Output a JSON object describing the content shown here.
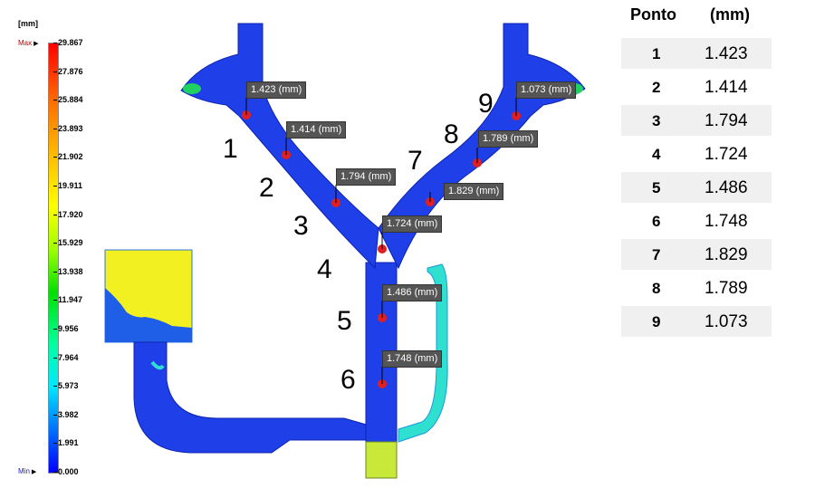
{
  "legend": {
    "unit": "[mm]",
    "max_label": "Max",
    "min_label": "Min",
    "ticks": [
      "29.867",
      "27.876",
      "25.884",
      "23.893",
      "21.902",
      "19.911",
      "17.920",
      "15.929",
      "13.938",
      "11.947",
      "9.956",
      "7.964",
      "5.973",
      "3.982",
      "1.991",
      "0.000"
    ]
  },
  "points": [
    {
      "num": "1",
      "label": "1.423 (mm)"
    },
    {
      "num": "2",
      "label": "1.414 (mm)"
    },
    {
      "num": "3",
      "label": "1.794 (mm)"
    },
    {
      "num": "4",
      "label": "1.724 (mm)"
    },
    {
      "num": "5",
      "label": "1.486 (mm)"
    },
    {
      "num": "6",
      "label": "1.748 (mm)"
    },
    {
      "num": "7",
      "label": "1.829 (mm)"
    },
    {
      "num": "8",
      "label": "1.789 (mm)"
    },
    {
      "num": "9",
      "label": "1.073 (mm)"
    }
  ],
  "table": {
    "col_point": "Ponto",
    "col_mm": "(mm)",
    "rows": [
      {
        "point": "1",
        "value": "1.423"
      },
      {
        "point": "2",
        "value": "1.414"
      },
      {
        "point": "3",
        "value": "1.794"
      },
      {
        "point": "4",
        "value": "1.724"
      },
      {
        "point": "5",
        "value": "1.486"
      },
      {
        "point": "6",
        "value": "1.748"
      },
      {
        "point": "7",
        "value": "1.829"
      },
      {
        "point": "8",
        "value": "1.789"
      },
      {
        "point": "9",
        "value": "1.073"
      }
    ]
  },
  "colors": {
    "channel_blue": "#1f3fe8",
    "channel_dark": "#0c23b0",
    "yellow": "#f2f020",
    "cyan": "#2fe0d0",
    "marker_red": "#e02020"
  }
}
